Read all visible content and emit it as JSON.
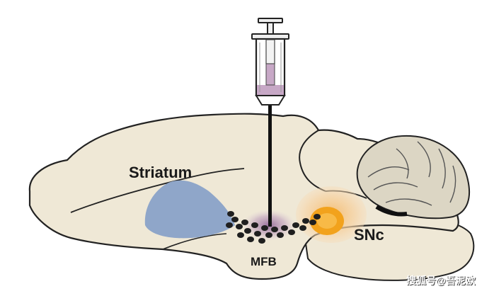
{
  "labels": {
    "striatum": "Striatum",
    "snc": "SNc",
    "mfb": "MFB"
  },
  "watermark": "搜狐号@吾泥欧",
  "colors": {
    "brain_fill": "#efe8d6",
    "outline": "#222222",
    "striatum": "#8fa6c9",
    "snc_halo": "#f6cf9a",
    "snc_core": "#f2a21c",
    "injection_glow": "#b08ab5",
    "syringe_liquid": "#c7a8c6",
    "fiber_dots": "#1f1f1f"
  },
  "icons": {
    "syringe": "syringe-icon"
  }
}
